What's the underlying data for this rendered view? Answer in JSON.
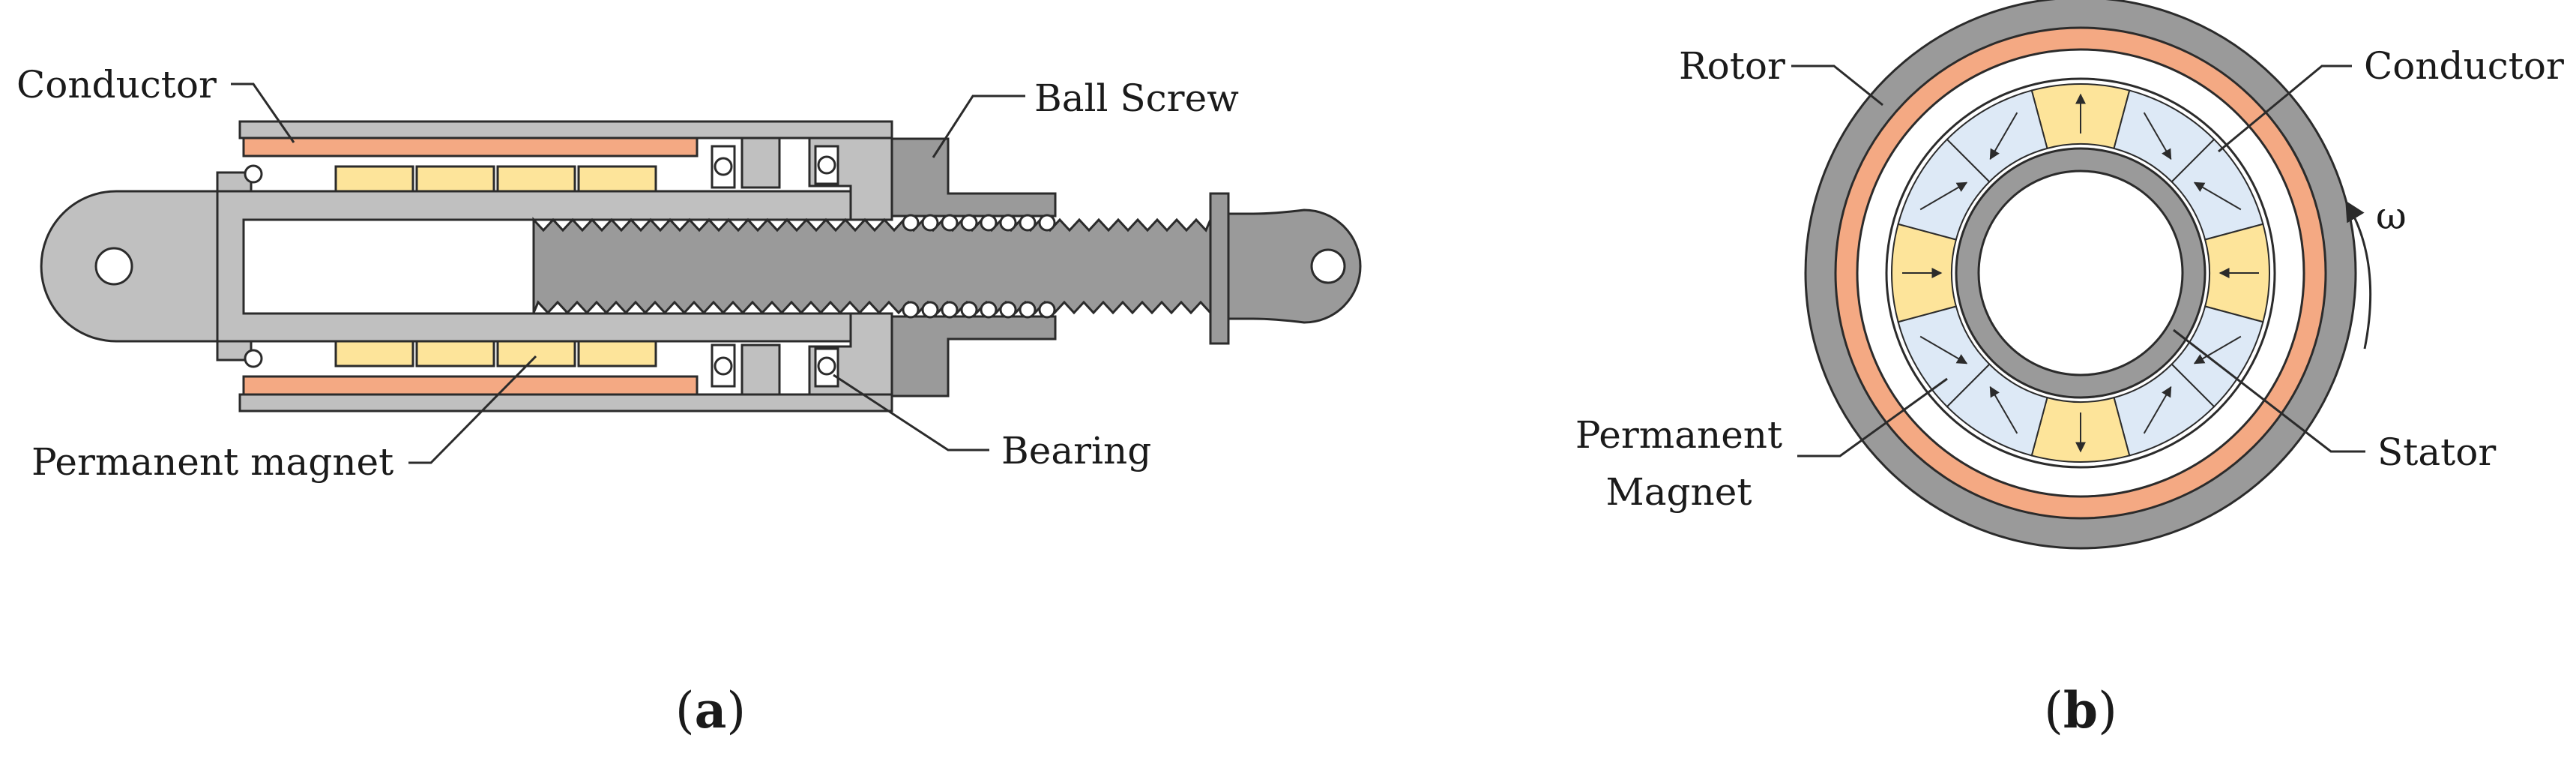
{
  "colors": {
    "housing": "#c0c0c0",
    "rod_dark": "#9a9a9a",
    "conductor": "#f4a983",
    "magnet_yellow": "#fde49a",
    "magnet_blue": "#dde9f6",
    "rotor": "#9a9a9a",
    "stroke": "#2b2b2b",
    "white": "#ffffff"
  },
  "panel_a": {
    "labels": {
      "conductor": "Conductor",
      "ball_screw": "Ball Screw",
      "permanent_magnet": "Permanent magnet",
      "bearing": "Bearing"
    },
    "caption": {
      "open": "(",
      "letter": "a",
      "close": ")"
    }
  },
  "panel_b": {
    "labels": {
      "rotor": "Rotor",
      "conductor": "Conductor",
      "omega": "ω",
      "permanent_magnet_line1": "Permanent",
      "permanent_magnet_line2": "Magnet",
      "stator": "Stator"
    },
    "caption": {
      "open": "(",
      "letter": "b",
      "close": ")"
    }
  }
}
